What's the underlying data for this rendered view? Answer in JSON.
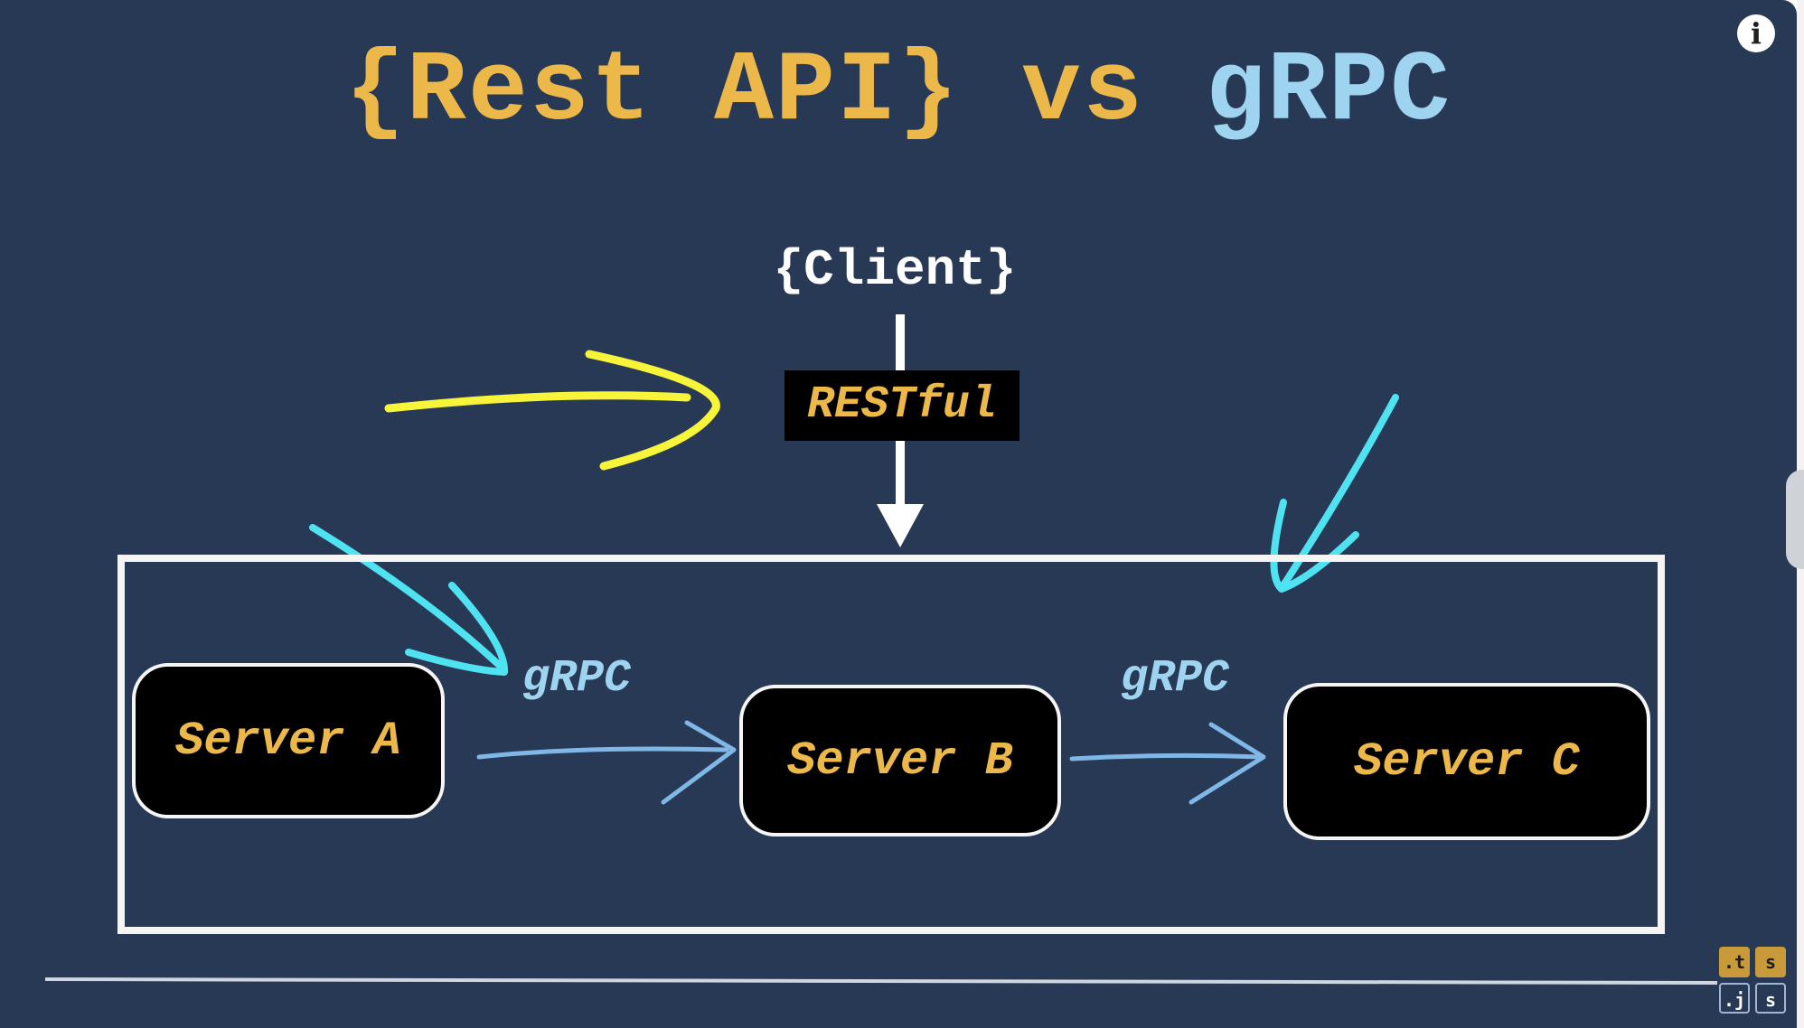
{
  "title": {
    "rest": "{Rest API}",
    "vs": "vs",
    "grpc": "gRPC"
  },
  "diagram": {
    "client": "{Client}",
    "restful": "RESTful",
    "servers": [
      "Server A",
      "Server B",
      "Server C"
    ],
    "edge_labels": [
      "gRPC",
      "gRPC"
    ]
  },
  "controls": {
    "info": "i"
  },
  "badges": {
    "ts": [
      ".t",
      "s"
    ],
    "js": [
      ".j",
      "s"
    ]
  },
  "colors": {
    "background": "#273955",
    "gold": "#ecb84a",
    "light_blue": "#9fd4f1",
    "yellow_annotation": "#f7f43a",
    "cyan_annotation": "#4fe3f2",
    "white": "#f5f5f5"
  }
}
